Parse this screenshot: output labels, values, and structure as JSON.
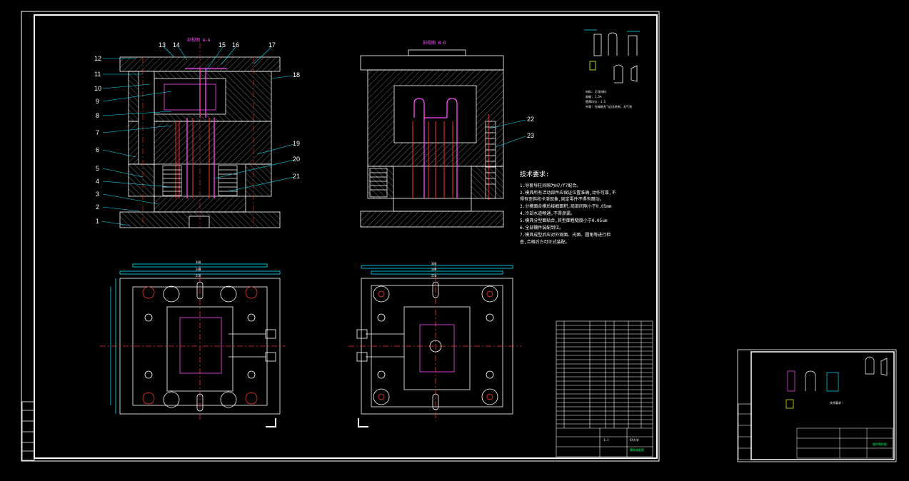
{
  "drawing": {
    "section_a_title": "剖视图 A-A",
    "section_b_title": "剖视图 B-B",
    "part_numbers": [
      "1",
      "2",
      "3",
      "4",
      "5",
      "6",
      "7",
      "8",
      "9",
      "10",
      "11",
      "12",
      "13",
      "14",
      "15",
      "16",
      "17",
      "18",
      "19",
      "20",
      "21",
      "22",
      "23"
    ],
    "tech_req_title": "技术要求:",
    "tech_req_lines": [
      "1.导套导柱间隙为H7/f7配合。",
      "2.模具所有活动部件应保证位置准确,动作可靠,不",
      "  得有歪斜和卡滞现象,固定零件不得有窜动。",
      "3.分模面合模后接触面积,局部间隙小于0.05mm",
      "4.冷却水道畅通,不得渗漏。",
      "5.模具分型面贴合,其型面粗糙度小于0.05um",
      "6.全部镶件装配到位。",
      "7.模具成型后应对外观面、光面、圆角等进行检",
      "  查,合格后方可正式装配。"
    ],
    "product_notes": [
      "材料: 尼龙材料",
      "收缩: 1.5%",
      "壁厚均匀: 1.5",
      "外观: 无缩痕无飞边无毛刺、无气泡"
    ],
    "dim_labels": [
      "300",
      "280",
      "250",
      "300",
      "280",
      "250"
    ],
    "title_block": {
      "company": "XX大学",
      "drawing_name": "模具装配图",
      "scale": "1:1"
    },
    "mini_sheet": {
      "tech_title": "技术要求:",
      "title": "塑件零件图"
    }
  }
}
